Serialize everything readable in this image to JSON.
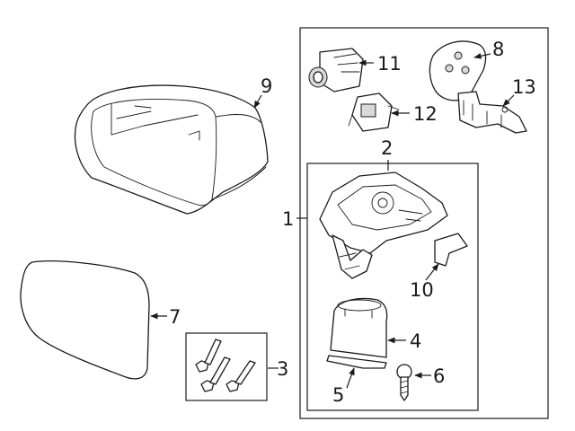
{
  "diagram": {
    "callouts": {
      "c1": "1",
      "c2": "2",
      "c3": "3",
      "c4": "4",
      "c5": "5",
      "c6": "6",
      "c7": "7",
      "c8": "8",
      "c9": "9",
      "c10": "10",
      "c11": "11",
      "c12": "12",
      "c13": "13"
    }
  }
}
